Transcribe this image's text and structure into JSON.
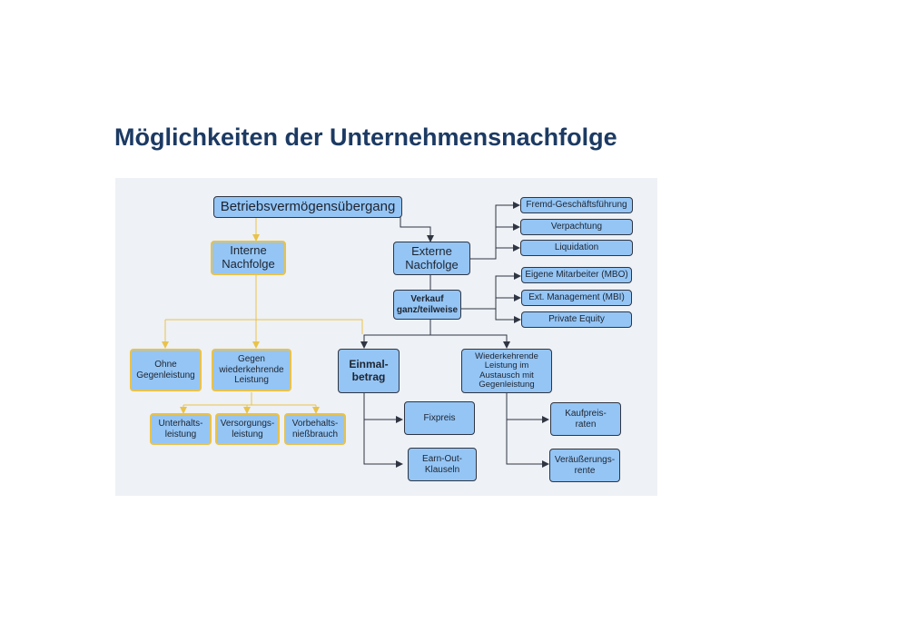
{
  "title": "Möglichkeiten der Unternehmensnachfolge",
  "diagram": {
    "root": "Betriebsvermögensübergang",
    "interne": "Interne\nNachfolge",
    "externe": "Externe\nNachfolge",
    "fremd": "Fremd-Geschäftsführung",
    "verpachtung": "Verpachtung",
    "liquidation": "Liquidation",
    "verkauf": "Verkauf\nganz/teilweise",
    "mbo": "Eigene Mitarbeiter (MBO)",
    "mbi": "Ext. Management (MBI)",
    "private_equity": "Private Equity",
    "ohne": "Ohne\nGegenleistung",
    "gegen": "Gegen\nwiederkehrende\nLeistung",
    "unterhalt": "Unterhalts-\nleistung",
    "versorgung": "Versorgungs-\nleistung",
    "vorbehalt": "Vorbehalts-\nnießbrauch",
    "einmal": "Einmal-\nbetrag",
    "wiederkehrend": "Wiederkehrende\nLeistung im\nAustausch mit\nGegenleistung",
    "fixpreis": "Fixpreis",
    "earnout": "Earn-Out-\nKlauseln",
    "kaufpreis": "Kaufpreis-\nraten",
    "veraeusserung": "Veräußerungs-\nrente"
  },
  "colors": {
    "title": "#1c3a63",
    "node_fill": "#94c5f5",
    "node_border": "#2f3542",
    "interne_border": "#e9c24a",
    "connector_dark": "#2f3542",
    "connector_gold": "#e9c24a",
    "background": "#eef1f5"
  }
}
